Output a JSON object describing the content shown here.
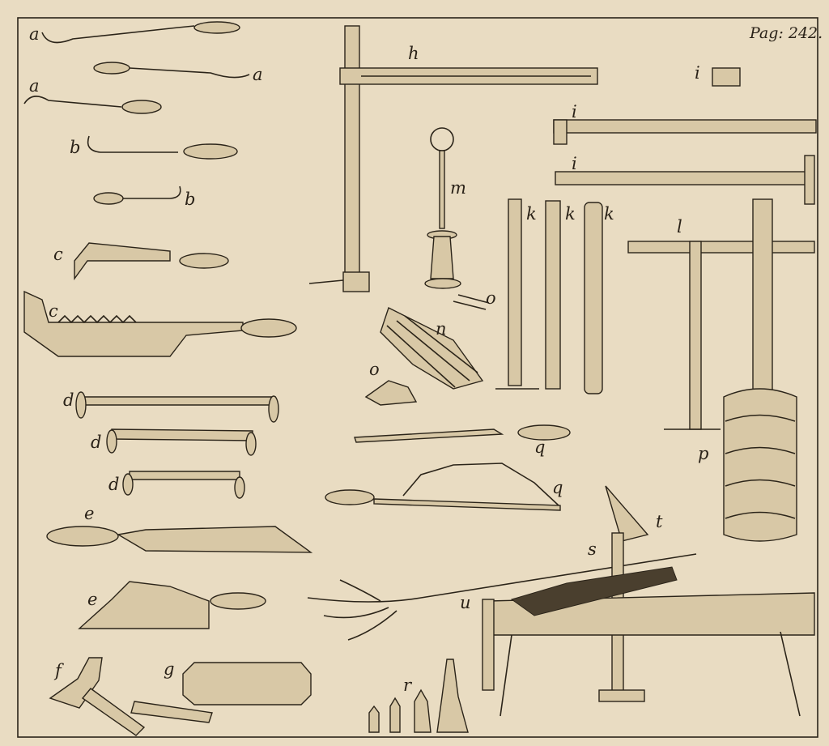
{
  "page_number": "Pag: 242.",
  "colors": {
    "paper": "#e9dcc2",
    "ink": "#2b2419",
    "wood": "#d8c8a6"
  },
  "figure_labels": {
    "a1": "a",
    "a2": "a",
    "a3": "a",
    "b1": "b",
    "b2": "b",
    "c1": "c",
    "c2": "c",
    "d1": "d",
    "d2": "d",
    "d3": "d",
    "e1": "e",
    "e2": "e",
    "f": "f",
    "g": "g",
    "h": "h",
    "i1": "i",
    "i2": "i",
    "i3": "i",
    "k1": "k",
    "k2": "k",
    "k3": "k",
    "l": "l",
    "m": "m",
    "n": "n",
    "o1": "o",
    "o2": "o",
    "p": "p",
    "q1": "q",
    "q2": "q",
    "r": "r",
    "s": "s",
    "t": "t",
    "u": "u"
  }
}
